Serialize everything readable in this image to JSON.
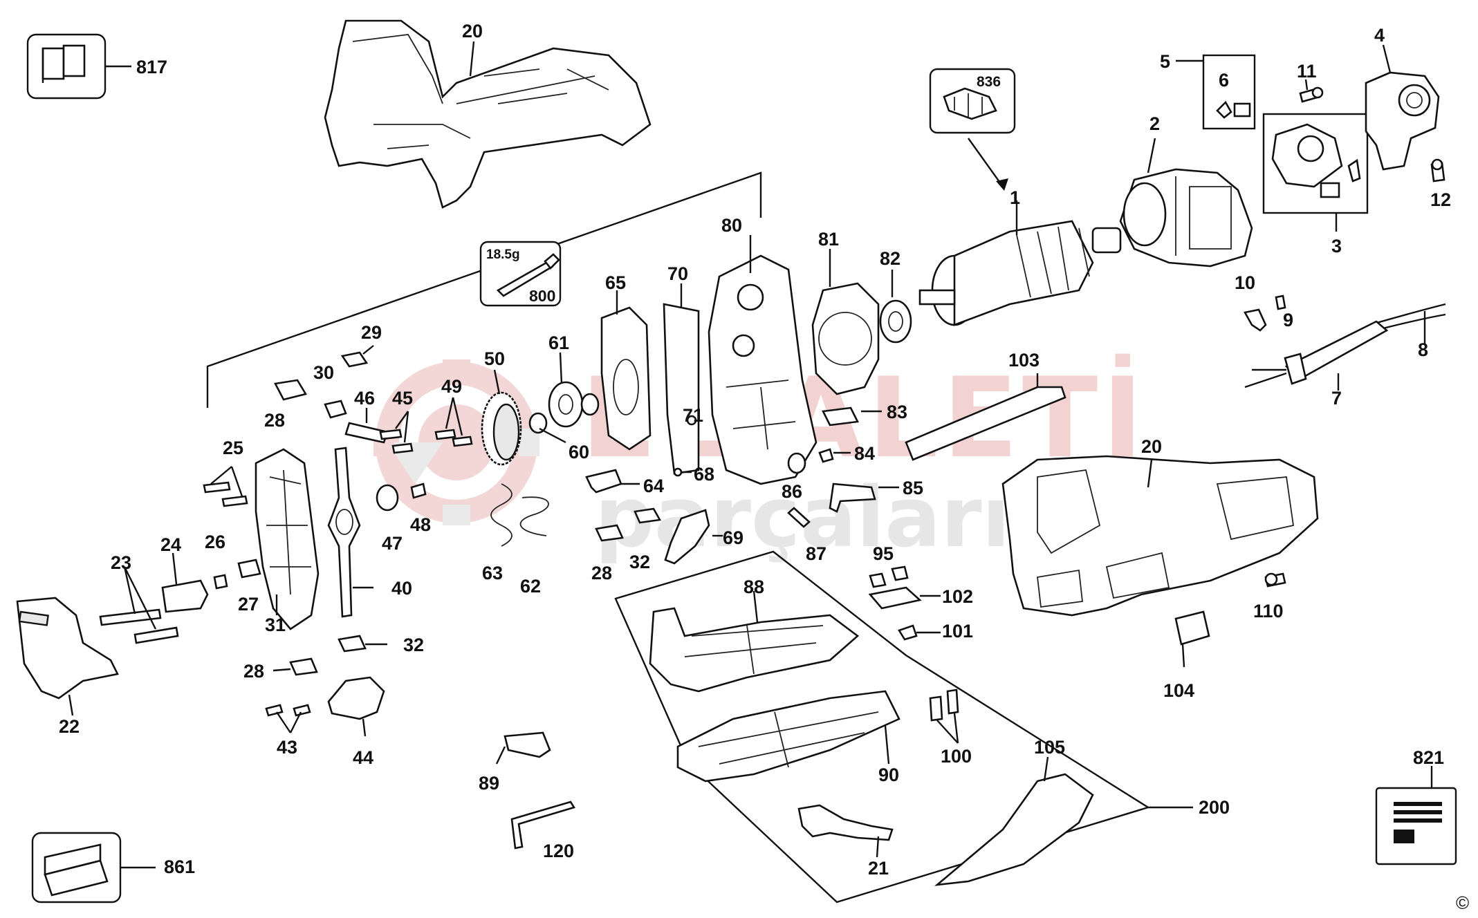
{
  "watermark": {
    "line1": "EL ALETİ",
    "line2": "parçaları"
  },
  "copyright_symbol": "©",
  "part_numbers": [
    "817",
    "20",
    "836",
    "1",
    "5",
    "6",
    "11",
    "4",
    "2",
    "12",
    "3",
    "18.5g",
    "800",
    "80",
    "81",
    "82",
    "65",
    "70",
    "29",
    "30",
    "28",
    "46",
    "45",
    "49",
    "50",
    "61",
    "71",
    "60",
    "83",
    "84",
    "86",
    "85",
    "68",
    "64",
    "25",
    "26",
    "24",
    "23",
    "27",
    "31",
    "22",
    "48",
    "47",
    "40",
    "63",
    "62",
    "28",
    "32",
    "69",
    "87",
    "95",
    "102",
    "101",
    "32",
    "28",
    "43",
    "44",
    "89",
    "88",
    "90",
    "100",
    "120",
    "105",
    "200",
    "21",
    "861",
    "821",
    "10",
    "9",
    "8",
    "7",
    "103",
    "20",
    "110",
    "104"
  ]
}
